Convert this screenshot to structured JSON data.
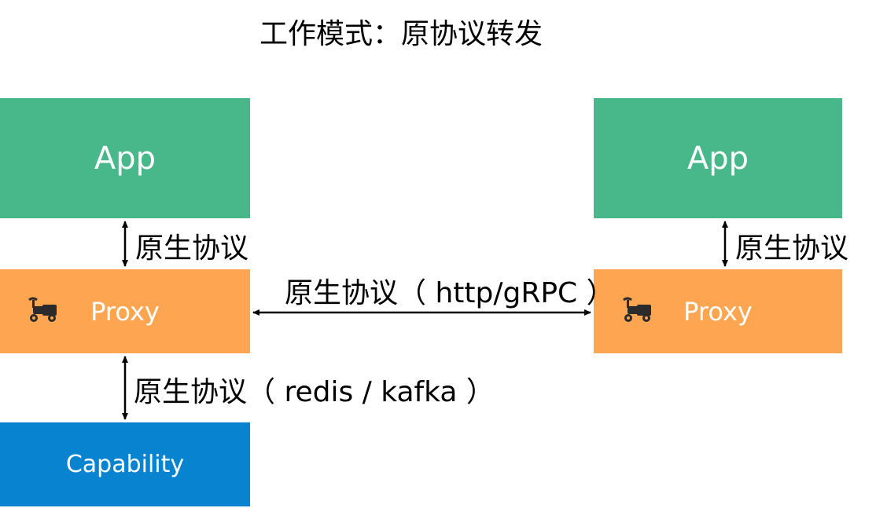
{
  "title": "工作模式：原协议转发",
  "left": {
    "app_label": "App",
    "proxy_label": "Proxy",
    "capability_label": "Capability",
    "app_proxy_link": "原生协议",
    "proxy_capability_link": "原生协议（ redis / kafka ）"
  },
  "right": {
    "app_label": "App",
    "proxy_label": "Proxy",
    "app_proxy_link": "原生协议"
  },
  "proxy_proxy_link": "原生协议（ http/gRPC ）",
  "colors": {
    "app": "#48b78a",
    "proxy": "#fea551",
    "capability": "#0783d0"
  },
  "icons": {
    "proxy_icon": "scooter-with-cargo-icon"
  }
}
